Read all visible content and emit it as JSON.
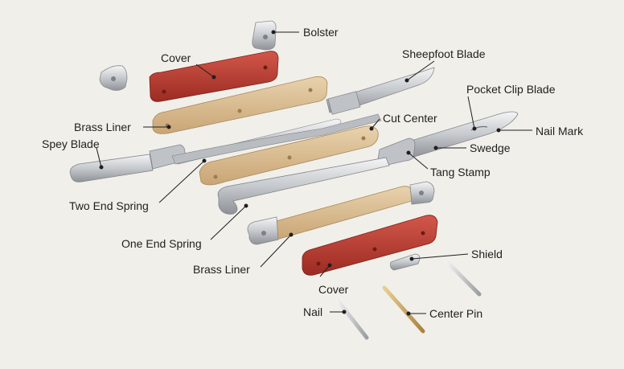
{
  "labels": {
    "bolster": "Bolster",
    "cover_top": "Cover",
    "sheepfoot_blade": "Sheepfoot Blade",
    "pocket_clip_blade": "Pocket Clip Blade",
    "brass_liner_top": "Brass Liner",
    "cut_center": "Cut Center",
    "nail_mark": "Nail Mark",
    "spey_blade": "Spey Blade",
    "swedge": "Swedge",
    "tang_stamp": "Tang Stamp",
    "two_end_spring": "Two End Spring",
    "one_end_spring": "One End Spring",
    "brass_liner_bottom": "Brass Liner",
    "shield": "Shield",
    "cover_bottom": "Cover",
    "nail": "Nail",
    "center_pin": "Center Pin"
  },
  "colors": {
    "background": "#f1efe9",
    "cover_red": "#b8382d",
    "brass": "#d9b98a",
    "steel": "#c9ccd0",
    "pin_brass": "#c9a35a",
    "leader_line": "#1f1f1f"
  }
}
